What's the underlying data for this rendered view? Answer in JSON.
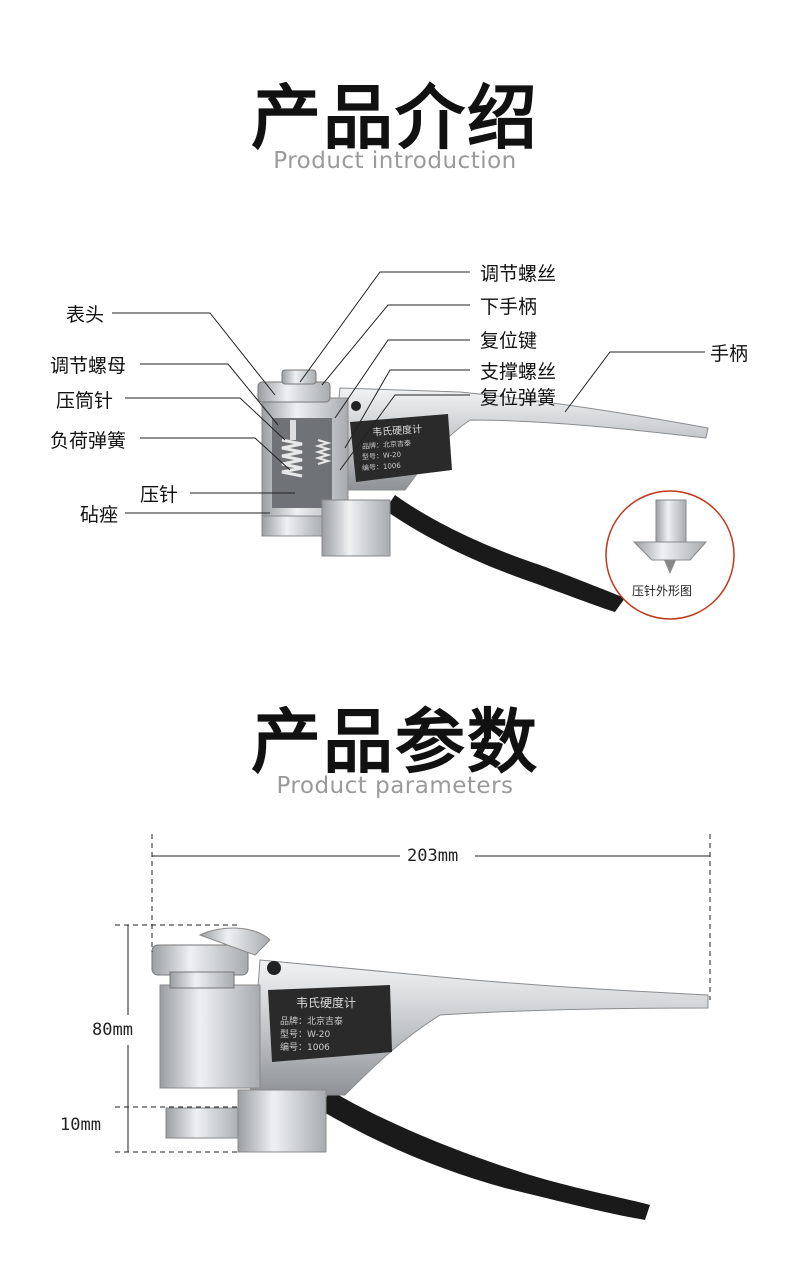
{
  "section1": {
    "title": "产品介绍",
    "subtitle": "Product  introduction",
    "labels": {
      "adjust_screw": "调节螺丝",
      "lower_handle": "下手柄",
      "reset_key": "复位键",
      "support_screw": "支撑螺丝",
      "reset_spring": "复位弹簧",
      "handle": "手柄",
      "gauge_head": "表头",
      "adjust_nut": "调节螺母",
      "press_tube_needle": "压筒针",
      "load_spring": "负荷弹簧",
      "press_needle": "压针",
      "anvil": "砧痤"
    },
    "inset_caption": "压针外形图",
    "plate": {
      "name": "韦氏硬度计",
      "brand": "品牌：北京吉泰",
      "model": "型号：W-20",
      "serial": "编号：1006"
    }
  },
  "section2": {
    "title": "产品参数",
    "subtitle": "Product  parameters",
    "dims": {
      "length": "203mm",
      "height": "80mm",
      "anvil": "10mm"
    },
    "plate": {
      "name": "韦氏硬度计",
      "brand": "品牌：北京吉泰",
      "model": "型号：W-20",
      "serial": "编号：1006"
    }
  },
  "colors": {
    "handle_black": "#1a1a1a",
    "metal": "#c9cbce",
    "plate": "#2a2a2a",
    "inset_border": "#c0391b"
  }
}
